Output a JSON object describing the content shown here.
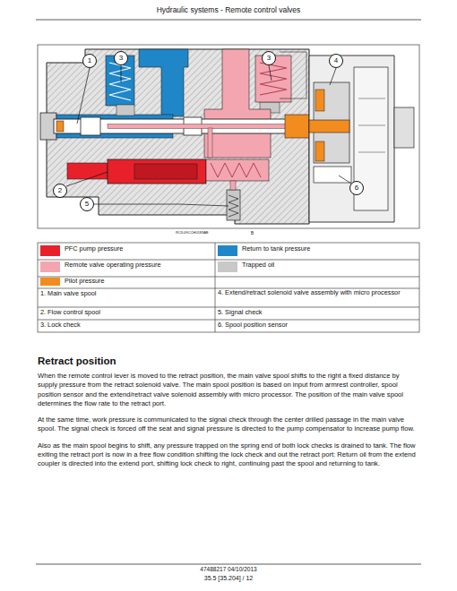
{
  "diagram": {
    "title": "Retract position",
    "nodes": [
      {
        "text": [
          "1"
        ]
      },
      {
        "text": [
          "3"
        ]
      },
      {
        "text": [
          "3"
        ]
      },
      {
        "text": [
          "4"
        ]
      },
      {
        "text": [
          "6"
        ]
      },
      {
        "text": [
          "2"
        ]
      },
      {
        "text": [
          "5"
        ]
      }
    ],
    "labels": [
      "Hydraulic systems - Remote control valves",
      "RCIL09CCH0183AB",
      "B",
      "1. Main valve spool",
      "4. Extend/retract solenoid valve assembly with micro processor",
      "2. Flow control spool",
      "5. Signal check",
      "3. Lock check",
      "6. Spool position sensor",
      "When the remote control lever is moved to the retract position, the main valve spool shifts to the right a fixed distance by supply pressure from the retract solenoid valve. The main spool position is based on input from armrest controller, spool position sensor and the extend/retract valve solenoid assembly with micro processor. The position of the main valve spool determines the flow rate to the retract port.",
      "At the same time, work pressure is communicated to the signal check through the center drilled passage in the main valve spool. The signal check is forced off the seat and signal pressure is directed to the pump compensator to increase pump flow.",
      "Also as the main spool begins to shift, any pressure trapped on the spring end of both lock checks is drained to tank. The flow exiting the retract port is now in a free flow condition shifting the lock check and out the retract port: Return oil from the extend coupler is directed into the extend port, shifting lock check to right, continuing past the spool and returning to tank.",
      "47488217 04/10/2013",
      "35.5 [35.204] / 12"
    ],
    "legend": [
      {
        "text": "PFC pump pressure",
        "color": "#e8202a"
      },
      {
        "text": "Return to tank pressure",
        "color": "#1f86c8"
      },
      {
        "text": "Remote valve operating pressure",
        "color": "#f4a6b0"
      },
      {
        "text": "Trapped oil",
        "color": "#c8c8c8"
      },
      {
        "text": "Pilot pressure",
        "color": "#f28c1e"
      }
    ]
  }
}
